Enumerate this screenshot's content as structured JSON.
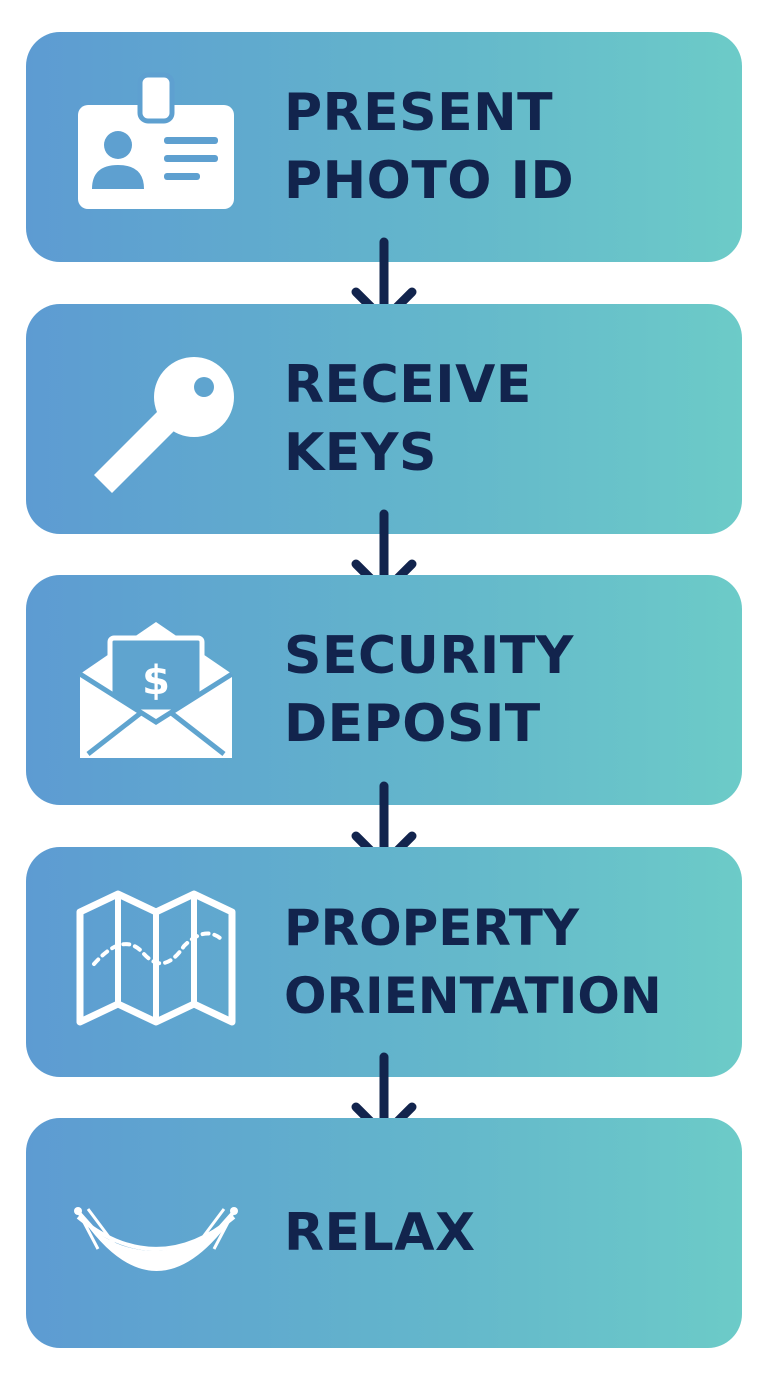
{
  "steps": [
    {
      "line1": "PRESENT",
      "line2": "PHOTO ID",
      "icon": "id-card-icon"
    },
    {
      "line1": "RECEIVE",
      "line2": "KEYS",
      "icon": "key-icon"
    },
    {
      "line1": "SECURITY",
      "line2": "DEPOSIT",
      "icon": "envelope-dollar-icon"
    },
    {
      "line1": "PROPERTY",
      "line2": "ORIENTATION",
      "icon": "map-icon"
    },
    {
      "line1": "RELAX",
      "icon": "hammock-icon"
    }
  ],
  "colors": {
    "gradient_start": "#5d9bd2",
    "gradient_end": "#6ccbc8",
    "text": "#12244d",
    "arrow": "#12244d",
    "icon": "#ffffff"
  }
}
